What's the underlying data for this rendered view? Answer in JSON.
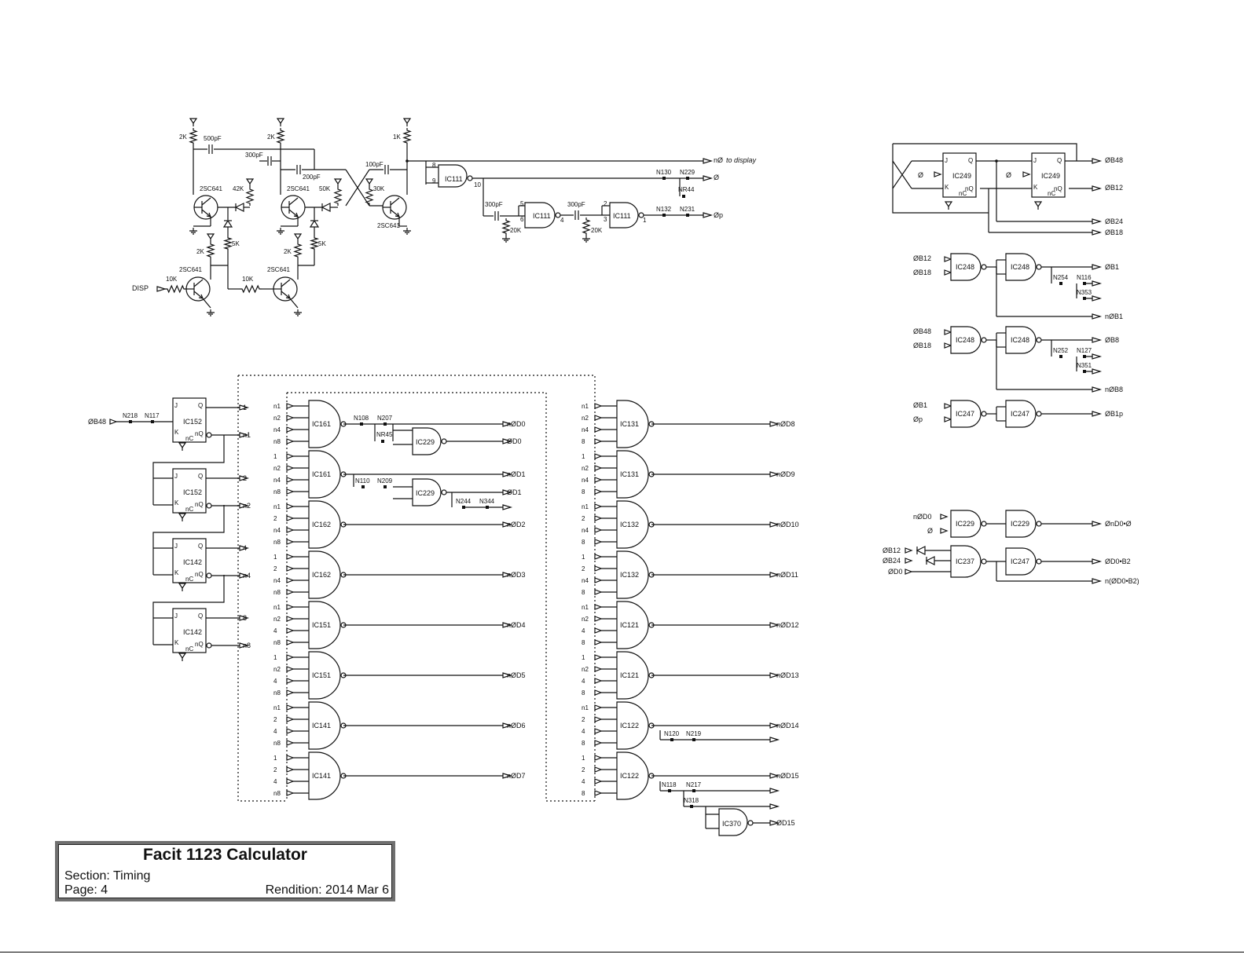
{
  "title_block": {
    "title": "Facit 1123 Calculator",
    "section": "Section: Timing",
    "page": "Page: 4",
    "rendition": "Rendition: 2014 Mar 6"
  },
  "oscillator": {
    "resistors": [
      "2K",
      "2K",
      "1K",
      "42K",
      "50K",
      "30K",
      "5K",
      "5K",
      "2K",
      "2K",
      "10K",
      "10K"
    ],
    "capacitors": [
      "500pF",
      "300pF",
      "200pF",
      "100pF"
    ],
    "transistors": [
      "2SC641",
      "2SC641",
      "2SC641",
      "2SC641",
      "2SC641"
    ],
    "input": "DISP"
  },
  "clock_out": {
    "gates": [
      "IC111",
      "IC111",
      "IC111"
    ],
    "pins": [
      "8",
      "9",
      "10",
      "5",
      "6",
      "4",
      "2",
      "3",
      "1"
    ],
    "caps": [
      "300pF",
      "300pF"
    ],
    "resistors": [
      "20K",
      "20K"
    ],
    "nodes": [
      "N130",
      "N229",
      "NR44",
      "N132",
      "N231"
    ],
    "signals": [
      "nØ",
      "to display",
      "Ø",
      "Øp"
    ]
  },
  "phase_ff": {
    "chips": [
      "IC249",
      "IC249"
    ],
    "inputs": [
      "Ø",
      "Ø"
    ],
    "outputs": [
      "ØB48",
      "ØB12",
      "ØB24",
      "ØB18"
    ]
  },
  "b_gates": {
    "rows": [
      {
        "in1": "ØB12",
        "in2": "ØB18",
        "g1": "IC248",
        "g2": "IC248",
        "n1": "N254",
        "n2": "N116",
        "n3": "N353",
        "out": "ØB1",
        "nout": "nØB1"
      },
      {
        "in1": "ØB48",
        "in2": "ØB18",
        "g1": "IC248",
        "g2": "IC248",
        "n1": "N252",
        "n2": "N127",
        "n3": "N351",
        "out": "ØB8",
        "nout": "nØB8"
      },
      {
        "in1": "ØB1",
        "in2": "Øp",
        "g1": "IC247",
        "g2": "IC247",
        "out": "ØB1p"
      }
    ]
  },
  "d0_logic": {
    "in_a": [
      "nØD0",
      "Ø"
    ],
    "in_b": [
      "ØB12",
      "ØB24",
      "ØD0"
    ],
    "gates": [
      "IC229",
      "IC229",
      "IC237",
      "IC247"
    ],
    "outputs": [
      "ØnD0•Ø",
      "ØD0•B2",
      "n(ØD0•B2)"
    ]
  },
  "counter": {
    "input": "ØB48",
    "nodes": [
      "N218",
      "N117"
    ],
    "chips": [
      "IC152",
      "IC152",
      "IC142",
      "IC142"
    ],
    "q_out": [
      "1",
      "2",
      "4",
      "8"
    ],
    "nq_out": [
      "n1",
      "n2",
      "n4",
      "n8"
    ]
  },
  "decoder_left": [
    {
      "chip": "IC161",
      "out": "nØD0",
      "ins": [
        "n1",
        "n2",
        "n4",
        "n8"
      ]
    },
    {
      "chip": "IC161",
      "out": "nØD1",
      "ins": [
        "1",
        "n2",
        "n4",
        "n8"
      ]
    },
    {
      "chip": "IC162",
      "out": "nØD2",
      "ins": [
        "n1",
        "2",
        "n4",
        "n8"
      ]
    },
    {
      "chip": "IC162",
      "out": "nØD3",
      "ins": [
        "1",
        "2",
        "n4",
        "n8"
      ]
    },
    {
      "chip": "IC151",
      "out": "nØD4",
      "ins": [
        "n1",
        "n2",
        "4",
        "n8"
      ]
    },
    {
      "chip": "IC151",
      "out": "nØD5",
      "ins": [
        "1",
        "n2",
        "4",
        "n8"
      ]
    },
    {
      "chip": "IC141",
      "out": "nØD6",
      "ins": [
        "n1",
        "2",
        "4",
        "n8"
      ]
    },
    {
      "chip": "IC141",
      "out": "nØD7",
      "ins": [
        "1",
        "2",
        "4",
        "n8"
      ]
    }
  ],
  "decoder_right": [
    {
      "chip": "IC131",
      "out": "nØD8",
      "ins": [
        "n1",
        "n2",
        "n4",
        "8"
      ]
    },
    {
      "chip": "IC131",
      "out": "nØD9",
      "ins": [
        "1",
        "n2",
        "n4",
        "8"
      ]
    },
    {
      "chip": "IC132",
      "out": "nØD10",
      "ins": [
        "n1",
        "2",
        "n4",
        "8"
      ]
    },
    {
      "chip": "IC132",
      "out": "nØD11",
      "ins": [
        "1",
        "2",
        "n4",
        "8"
      ]
    },
    {
      "chip": "IC121",
      "out": "nØD12",
      "ins": [
        "n1",
        "n2",
        "4",
        "8"
      ]
    },
    {
      "chip": "IC121",
      "out": "nØD13",
      "ins": [
        "1",
        "n2",
        "4",
        "8"
      ]
    },
    {
      "chip": "IC122",
      "out": "nØD14",
      "ins": [
        "n1",
        "2",
        "4",
        "8"
      ]
    },
    {
      "chip": "IC122",
      "out": "nØD15",
      "ins": [
        "1",
        "2",
        "4",
        "8"
      ]
    }
  ],
  "d0_inv": {
    "nodes": [
      "N108",
      "N207",
      "NR45"
    ],
    "chip": "IC229",
    "out": "ØD0"
  },
  "d1_inv": {
    "nodes": [
      "N110",
      "N209",
      "N244",
      "N344"
    ],
    "chip": "IC229",
    "out": "ØD1"
  },
  "d14_nodes": [
    "N120",
    "N219"
  ],
  "d15": {
    "nodes": [
      "N118",
      "N217",
      "N318"
    ],
    "chip": "IC370",
    "out": "ØD15"
  }
}
